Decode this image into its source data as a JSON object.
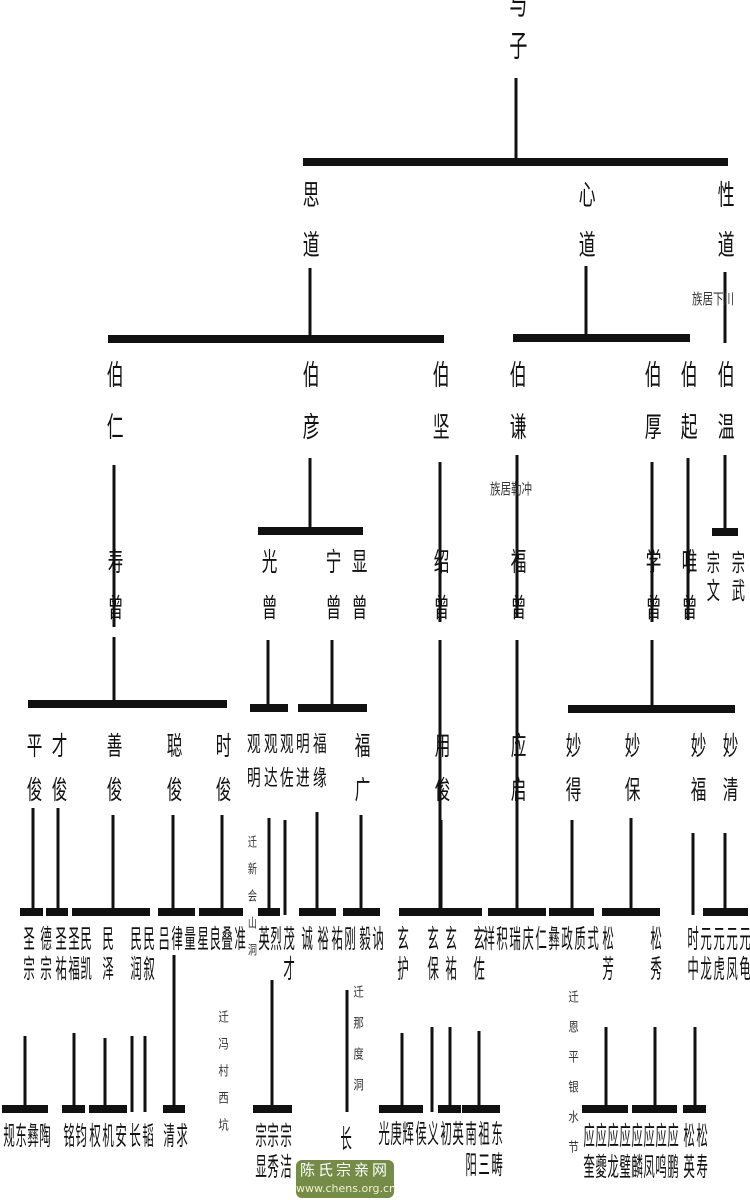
{
  "root": "与子",
  "gen1": [
    "思道",
    "心道",
    "性道"
  ],
  "gen2": [
    "伯仁",
    "伯彦",
    "伯坚",
    "伯谦",
    "伯厚",
    "伯起",
    "伯温"
  ],
  "gen3": [
    "寿曾",
    "光曾",
    "宁曾",
    "显曾",
    "绍曾",
    "福曾",
    "学曾",
    "唯曾",
    "宗文",
    "宗武"
  ],
  "gen4": [
    "平俊",
    "才俊",
    "善俊",
    "聪俊",
    "时俊",
    "观明",
    "观达",
    "观佐",
    "明进",
    "福缘",
    "福广",
    "用俊",
    "应启",
    "妙得",
    "妙保",
    "妙福",
    "妙清"
  ],
  "gen5": [
    "圣宗",
    "德宗",
    "圣祐",
    "圣福",
    "民凯",
    "民泽",
    "民润",
    "民叙",
    "吕",
    "律",
    "量",
    "星",
    "良",
    "叠",
    "准",
    "英",
    "烈",
    "茂才",
    "诚",
    "裕",
    "祐",
    "刚",
    "毅",
    "讷",
    "玄护",
    "玄保",
    "玄祐",
    "玄佐",
    "祥",
    "积",
    "瑞",
    "庆",
    "仁",
    "彝",
    "政",
    "质",
    "式",
    "松芳",
    "松秀",
    "时中",
    "元龙",
    "元虎",
    "元凤",
    "元龟"
  ],
  "gen6": [
    "规",
    "东",
    "彝",
    "陶",
    "铭",
    "钧",
    "权",
    "机",
    "安",
    "长",
    "韬",
    "清",
    "求",
    "宗显",
    "宗秀",
    "宗洁",
    "长",
    "光",
    "庚",
    "辉",
    "侯",
    "义",
    "初",
    "英",
    "南阳",
    "祖三",
    "东畴",
    "应奎",
    "应夔",
    "应龙",
    "应璧",
    "应麟",
    "应凤",
    "应鸣",
    "应鹏",
    "松英",
    "松寿"
  ],
  "notes": {
    "xiachuan": "族居下川",
    "lechong": "族居勒冲",
    "xinhui": "迁新会山洞",
    "fengcun": "迁冯村西坑",
    "nadu": "迁那度洞",
    "enping": "迁恩平银水节"
  },
  "watermark": {
    "title": "陈氏宗亲网",
    "url": "www.chens.org.cn"
  }
}
